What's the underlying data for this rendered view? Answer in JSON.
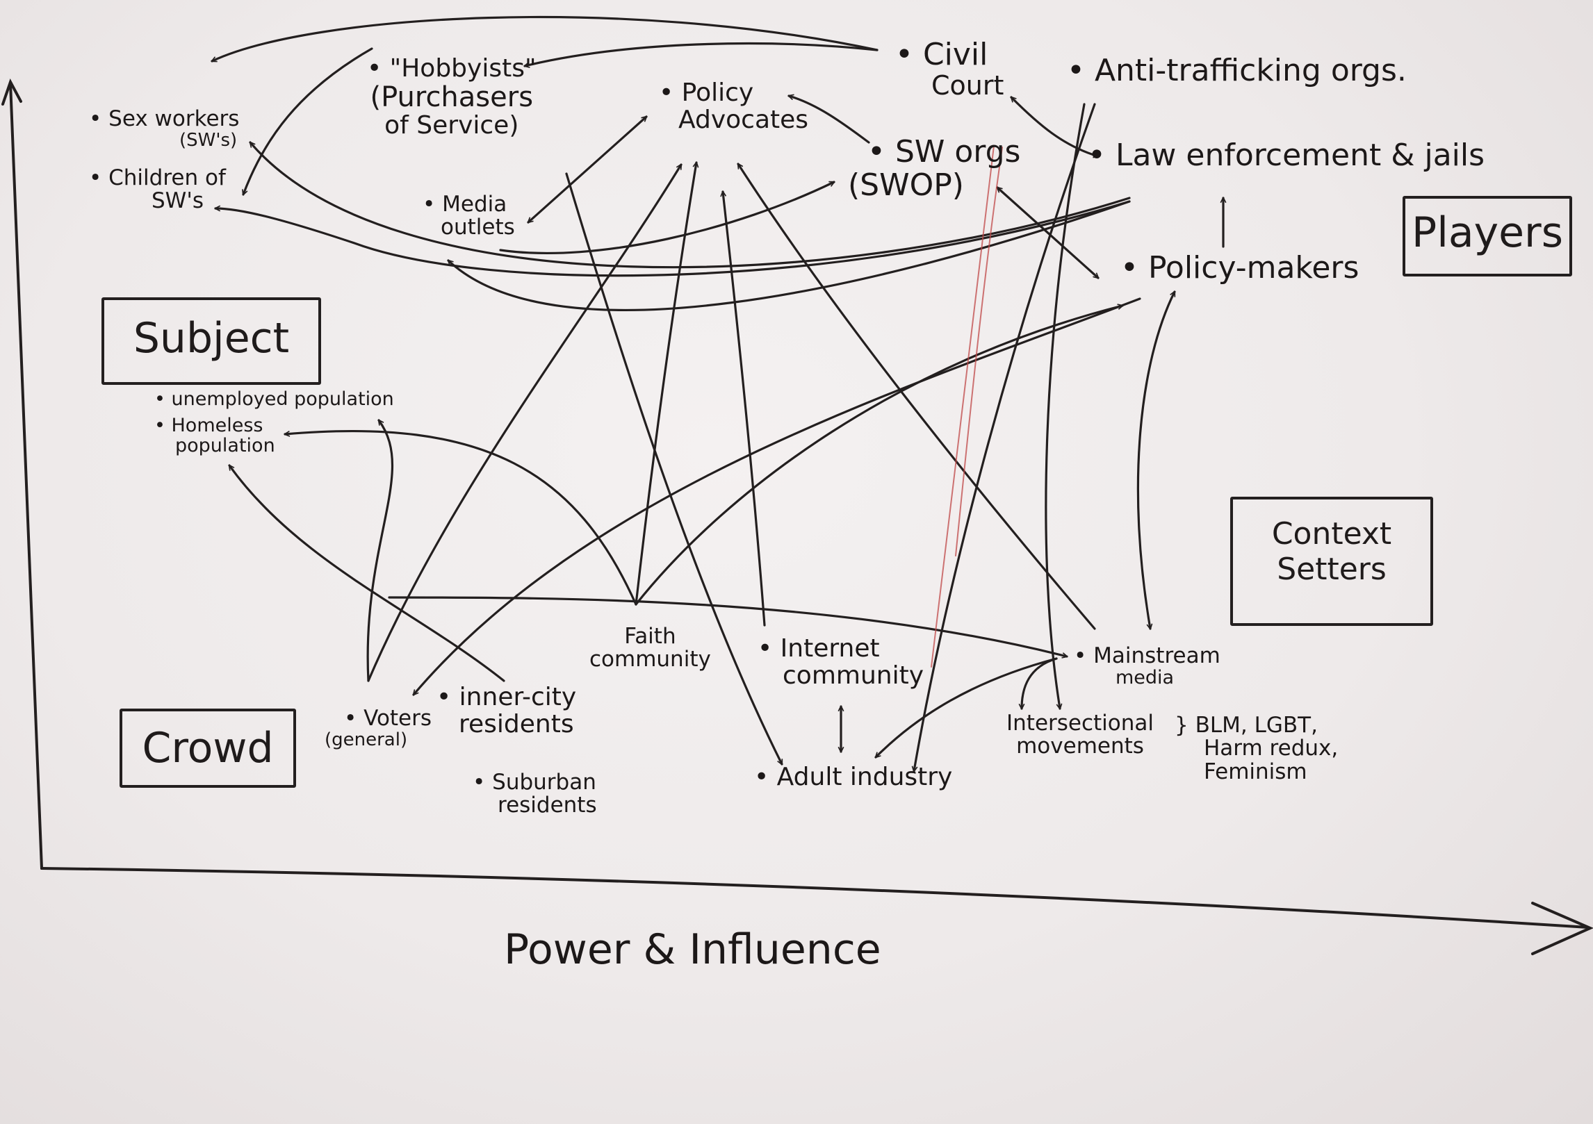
{
  "categories": {
    "players": "Players",
    "subject": "Subject",
    "context_setters": [
      "Context",
      "Setters"
    ],
    "crowd": "Crowd"
  },
  "axis": {
    "x_label": "Power & Influence"
  },
  "nodes": {
    "sex_workers": [
      "• Sex workers",
      "(SW's)"
    ],
    "children_sw": [
      "• Children of",
      "SW's"
    ],
    "hobbyists": [
      "• \"Hobbyists\"",
      "(Purchasers",
      "of Service)"
    ],
    "policy_advocates": [
      "• Policy",
      "Advocates"
    ],
    "civil_court": [
      "• Civil",
      "Court"
    ],
    "anti_trafficking": "• Anti-trafficking orgs.",
    "sw_orgs": [
      "• SW orgs",
      "(SWOP)"
    ],
    "law_enforcement": "• Law enforcement & jails",
    "media_outlets": [
      "• Media",
      "outlets"
    ],
    "policy_makers": "• Policy-makers",
    "unemployed": "• unemployed population",
    "homeless": [
      "• Homeless",
      "population"
    ],
    "faith": [
      "Faith",
      "community"
    ],
    "internet": [
      "• Internet",
      "community"
    ],
    "mainstream_media": [
      "• Mainstream",
      "media"
    ],
    "voters": [
      "• Voters",
      "(general)"
    ],
    "inner_city": [
      "• inner-city",
      "residents"
    ],
    "suburban": [
      "• Suburban",
      "residents"
    ],
    "adult_industry": "• Adult industry",
    "intersectional": [
      "Intersectional",
      "movements"
    ],
    "intersectional_examples": [
      "} BLM, LGBT,",
      "Harm redux,",
      "Feminism"
    ]
  },
  "colors": {
    "ink": "#231f1f",
    "board": "#eeeaea",
    "marker_red": "#c04848"
  }
}
